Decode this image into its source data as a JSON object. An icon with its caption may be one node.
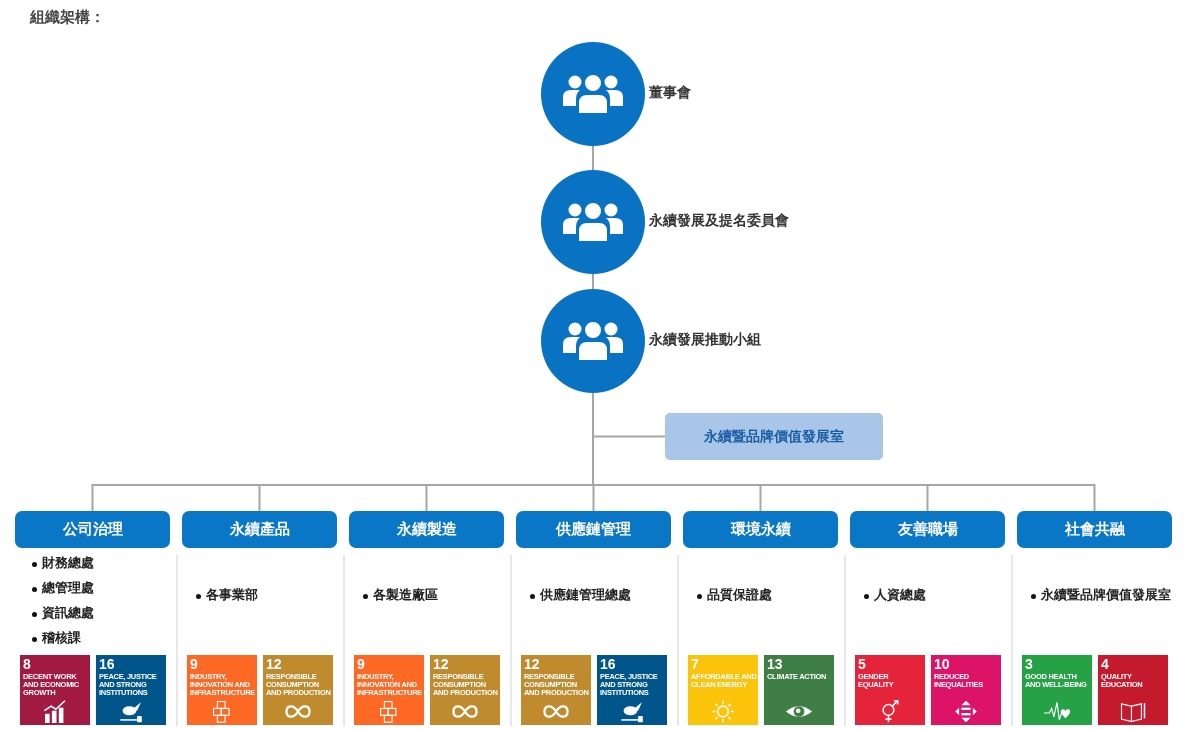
{
  "diagram": {
    "title": "組織架構：",
    "nodes": [
      {
        "text": [
          "董事會"
        ]
      },
      {
        "text": [
          "永續發展及提名委員會"
        ]
      },
      {
        "text": [
          "永續發展推動小組"
        ]
      },
      {
        "text": [
          "永續暨品牌價值發展室"
        ]
      },
      {
        "text": [
          "公司治理"
        ]
      },
      {
        "text": [
          "永續產品"
        ]
      },
      {
        "text": [
          "永續製造"
        ]
      },
      {
        "text": [
          "供應鏈管理"
        ]
      },
      {
        "text": [
          "環境永續"
        ]
      },
      {
        "text": [
          "友善職場"
        ]
      },
      {
        "text": [
          "社會共融"
        ]
      }
    ],
    "edges": [
      {
        "from": 0,
        "to": 1,
        "arrow": "none"
      },
      {
        "from": 1,
        "to": 2,
        "arrow": "none"
      },
      {
        "from": 2,
        "to": 3,
        "arrow": "none"
      },
      {
        "from": 2,
        "to": 4,
        "arrow": "none"
      },
      {
        "from": 2,
        "to": 5,
        "arrow": "none"
      },
      {
        "from": 2,
        "to": 6,
        "arrow": "none"
      },
      {
        "from": 2,
        "to": 7,
        "arrow": "none"
      },
      {
        "from": 2,
        "to": 8,
        "arrow": "none"
      },
      {
        "from": 2,
        "to": 9,
        "arrow": "none"
      },
      {
        "from": 2,
        "to": 10,
        "arrow": "none"
      }
    ],
    "labels": [
      "財務總處",
      "總管理處",
      "資訊總處",
      "稽核課",
      "8",
      "DECENT WORK AND ECONOMIC GROWTH",
      "16",
      "PEACE, JUSTICE AND STRONG INSTITUTIONS",
      "各事業部",
      "9",
      "INDUSTRY, INNOVATION AND INFRASTRUCTURE",
      "12",
      "RESPONSIBLE CONSUMPTION AND PRODUCTION",
      "各製造廠區",
      "9",
      "INDUSTRY, INNOVATION AND INFRASTRUCTURE",
      "12",
      "RESPONSIBLE CONSUMPTION AND PRODUCTION",
      "供應鏈管理總處",
      "12",
      "RESPONSIBLE CONSUMPTION AND PRODUCTION",
      "16",
      "PEACE, JUSTICE AND STRONG INSTITUTIONS",
      "品質保證處",
      "7",
      "AFFORDABLE AND CLEAN ENERGY",
      "13",
      "CLIMATE ACTION",
      "人資總處",
      "5",
      "GENDER EQUALITY",
      "10",
      "REDUCED INEQUALITIES",
      "永續暨品牌價值發展室",
      "3",
      "GOOD HEALTH AND WELL-BEING",
      "4",
      "QUALITY EDUCATION"
    ]
  }
}
